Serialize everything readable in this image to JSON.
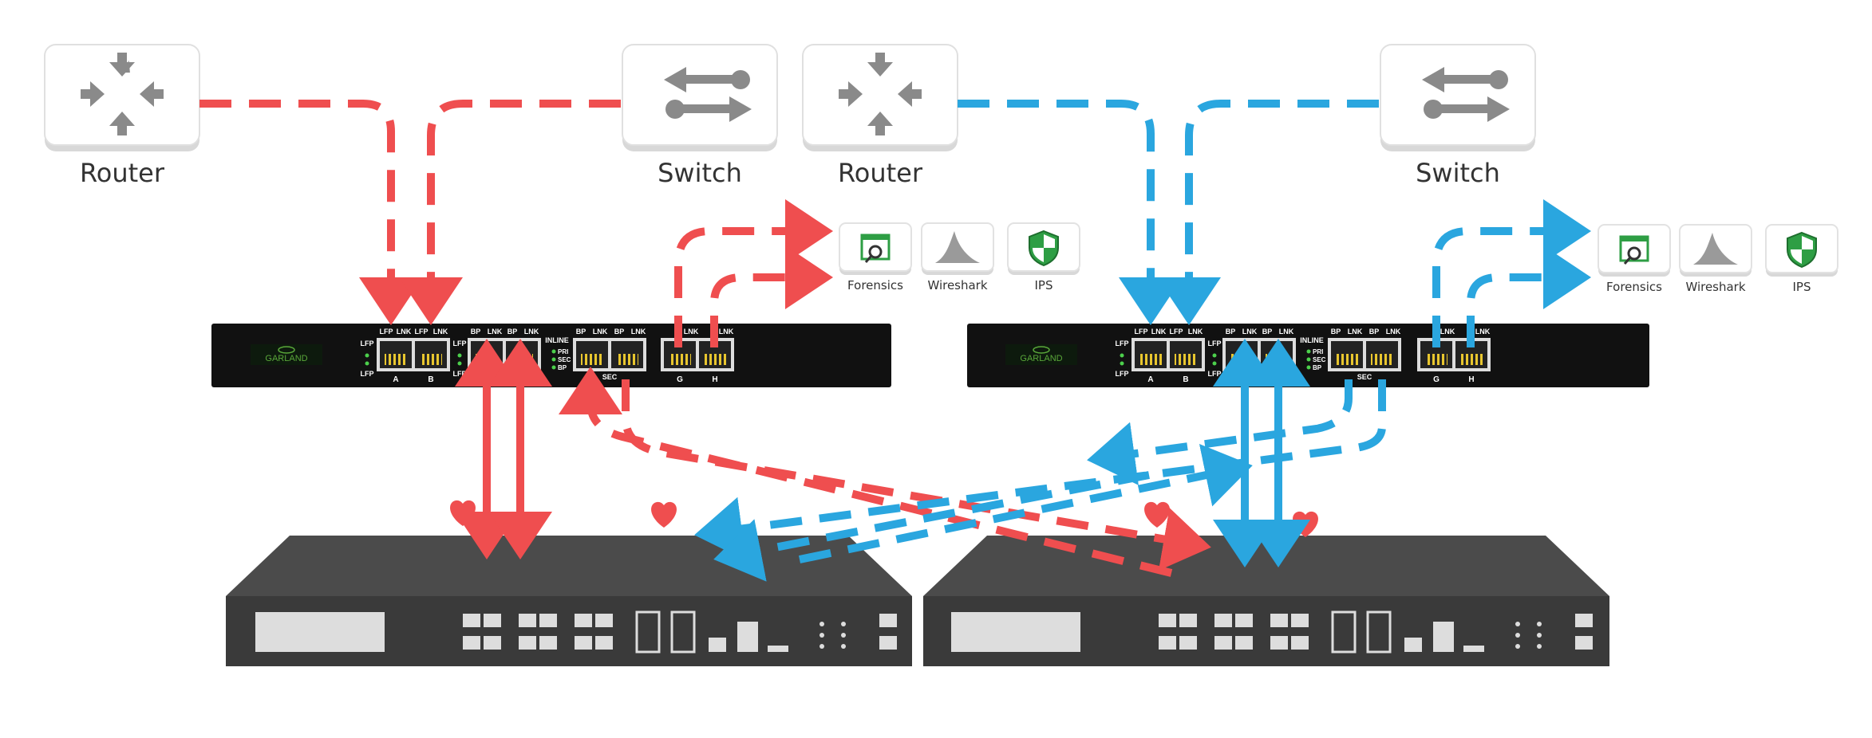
{
  "colors": {
    "red": "#ef4e4f",
    "blue": "#2aa6df",
    "device_dark": "#111111",
    "appliance": "#3a3a3a",
    "appliance_top": "#4a4a4a",
    "icon_gray": "#8a8a8a",
    "port_gold": "#e8c62e"
  },
  "left": {
    "router_label": "Router",
    "switch_label": "Switch",
    "tools": {
      "forensics": "Forensics",
      "wireshark": "Wireshark",
      "ips": "IPS"
    },
    "tap": {
      "brand": "GARLAND",
      "lfp": "LFP",
      "lnk": "LNK",
      "bp": "BP",
      "inline": "INLINE",
      "pri": "PRI",
      "sec": "SEC",
      "port_a": "A",
      "port_b": "B",
      "port_g": "G",
      "port_h": "H",
      "led_pri": "PRI",
      "led_sec": "SEC",
      "led_bp": "BP"
    }
  },
  "right": {
    "router_label": "Router",
    "switch_label": "Switch",
    "tools": {
      "forensics": "Forensics",
      "wireshark": "Wireshark",
      "ips": "IPS"
    },
    "tap": {
      "brand": "GARLAND",
      "lfp": "LFP",
      "lnk": "LNK",
      "bp": "BP",
      "inline": "INLINE",
      "pri": "PRI",
      "sec": "SEC",
      "port_a": "A",
      "port_b": "B",
      "port_g": "G",
      "port_h": "H",
      "led_pri": "PRI",
      "led_sec": "SEC",
      "led_bp": "BP"
    }
  },
  "icons": {
    "router": "router-icon",
    "switch": "switch-icon",
    "forensics": "forensics-icon",
    "wireshark": "wireshark-fin-icon",
    "ips": "shield-icon",
    "heartbeat": "heart-icon"
  }
}
